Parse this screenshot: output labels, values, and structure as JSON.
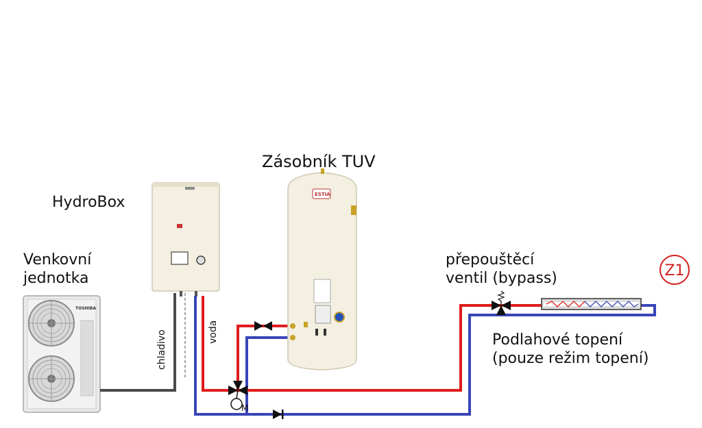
{
  "labels": {
    "outdoor_unit_line1": "Venkovní",
    "outdoor_unit_line2": "jednotka",
    "hydrobox": "HydroBox",
    "tank": "Zásobník TUV",
    "refrigerant": "chladivo",
    "water": "voda",
    "bypass_line1": "přepouštěcí",
    "bypass_line2": "ventil (bypass)",
    "floor_heating_line1": "Podlahové topení",
    "floor_heating_line2": "(pouze režim topení)",
    "zone": "Z1",
    "motor_mark": "M",
    "outdoor_brand": "TOSHIBA",
    "tank_brand": "ESTÍA"
  },
  "colors": {
    "supply": "#e01b1b",
    "return": "#3a45b8",
    "refrigerant_pipe": "#4a4a4a",
    "appliance_body": "#f3efe1",
    "outdoor_body": "#e9e9e9",
    "zone_circle": "#d21f1f"
  }
}
